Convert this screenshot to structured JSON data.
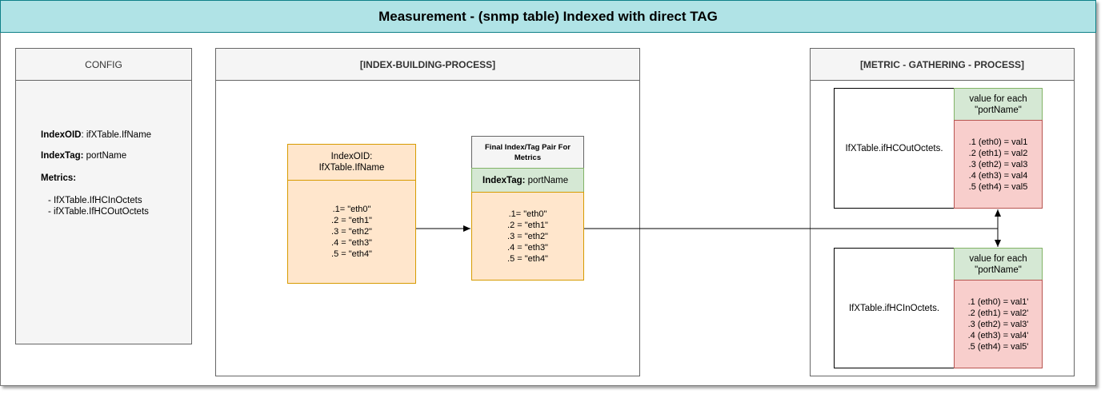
{
  "title": "Measurement - (snmp table) Indexed with direct TAG",
  "config": {
    "header": "CONFIG",
    "index_oid_label": "IndexOID",
    "index_oid_value": ": ifXTable.IfName",
    "index_tag_label": "IndexTag:",
    "index_tag_value": " portName",
    "metrics_label": "Metrics:",
    "metrics": [
      "- IfXTable.IfHCInOctets",
      "- ifXTable.IfHCOutOctets"
    ]
  },
  "index_process": {
    "header": "[INDEX-BUILDING-PROCESS]",
    "index_box": {
      "title_line1": "IndexOID:",
      "title_line2": "IfXTable.IfName",
      "rows": [
        ".1= \"eth0\"",
        ".2 = \"eth1\"",
        ".3 = \"eth2\"",
        ".4 = \"eth3\"",
        ".5 = \"eth4\""
      ]
    },
    "final_box": {
      "title": "Final Index/Tag Pair For Metrics",
      "tag_label": "IndexTag:",
      "tag_value": " portName",
      "rows": [
        ".1= \"eth0\"",
        ".2 = \"eth1\"",
        ".3 = \"eth2\"",
        ".4 = \"eth3\"",
        ".5 = \"eth4\""
      ]
    }
  },
  "metric_process": {
    "header": "[METRIC - GATHERING - PROCESS]",
    "out_table": {
      "name": "IfXTable.ifHCOutOctets.",
      "value_header": "value for each \"portName\"",
      "rows": [
        ".1 (eth0) = val1",
        ".2 (eth1) = val2",
        ".3 (eth2) = val3",
        ".4 (eth3) = val4",
        ".5 (eth4) = val5"
      ]
    },
    "in_table": {
      "name": "IfXTable.ifHCInOctets.",
      "value_header": "value for each \"portName\"",
      "rows": [
        ".1 (eth0) = val1'",
        ".2 (eth1) = val2'",
        ".3 (eth2) = val3'",
        ".4 (eth3) = val4'",
        ".5 (eth4) = val5'"
      ]
    }
  },
  "colors": {
    "title_fill": "#b0e3e6",
    "title_stroke": "#0e8088",
    "orange_fill": "#ffe6cc",
    "orange_stroke": "#d79b00",
    "green_fill": "#d5e8d4",
    "green_stroke": "#82b366",
    "red_fill": "#f8cecc",
    "red_stroke": "#b85450",
    "panel_head_fill": "#f5f5f5"
  }
}
